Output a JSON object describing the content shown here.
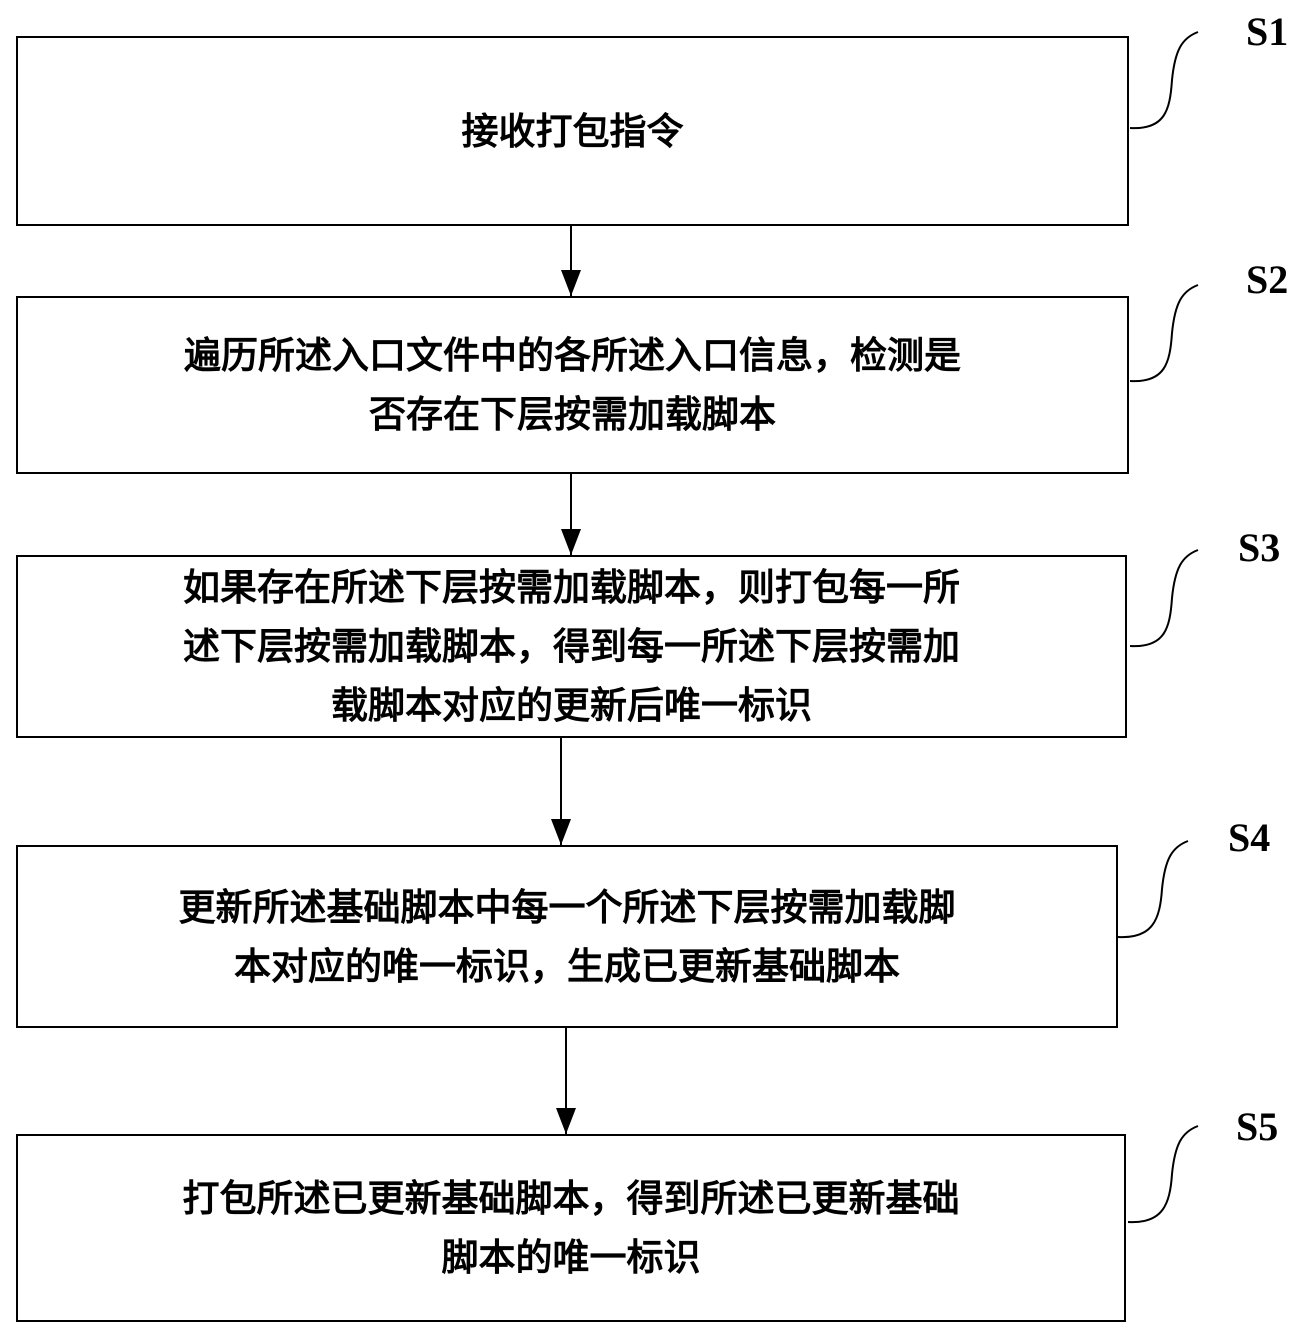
{
  "steps": [
    {
      "label": "S1",
      "lines": [
        "接收打包指令"
      ]
    },
    {
      "label": "S2",
      "lines": [
        "遍历所述入口文件中的各所述入口信息，检测是",
        "否存在下层按需加载脚本"
      ]
    },
    {
      "label": "S3",
      "lines": [
        "如果存在所述下层按需加载脚本，则打包每一所",
        "述下层按需加载脚本，得到每一所述下层按需加",
        "载脚本对应的更新后唯一标识"
      ]
    },
    {
      "label": "S4",
      "lines": [
        "更新所述基础脚本中每一个所述下层按需加载脚",
        "本对应的唯一标识，生成已更新基础脚本"
      ]
    },
    {
      "label": "S5",
      "lines": [
        "打包所述已更新基础脚本，得到所述已更新基础",
        "脚本的唯一标识"
      ]
    }
  ]
}
